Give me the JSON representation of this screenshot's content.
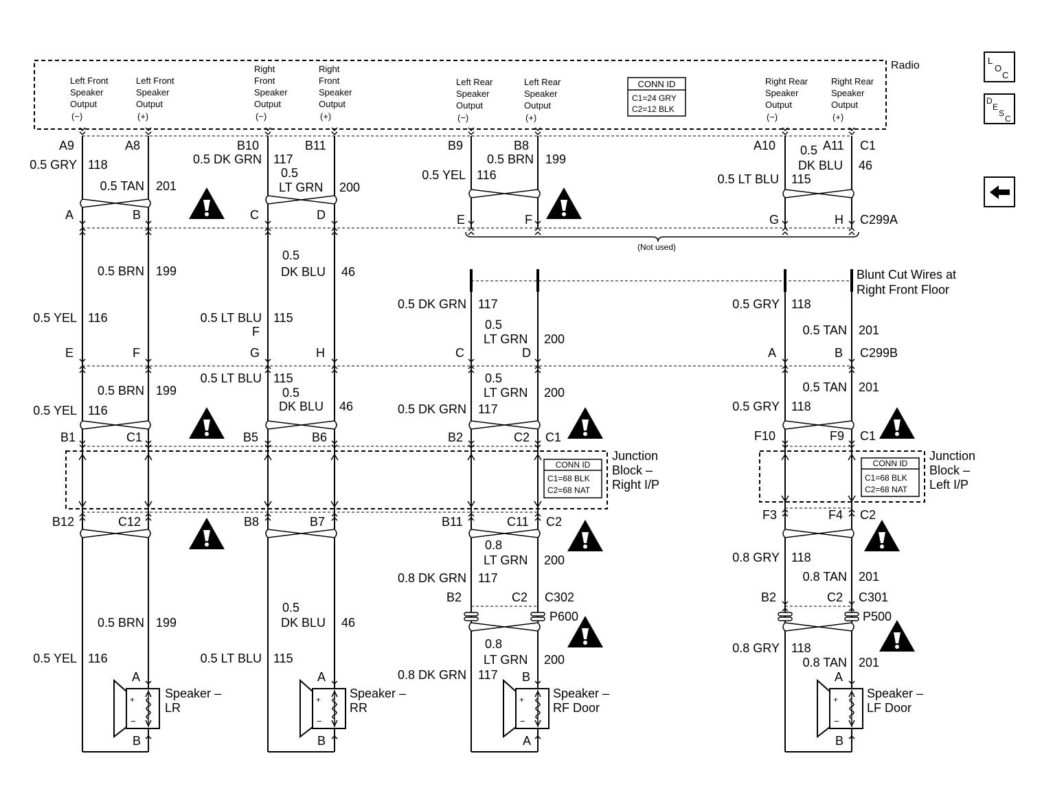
{
  "radio": {
    "title": "Radio",
    "outputs": [
      [
        "Left Front",
        "Speaker",
        "Output",
        "(−)"
      ],
      [
        "Left Front",
        "Speaker",
        "Output",
        "(+)"
      ],
      [
        "Right",
        "Front",
        "Speaker",
        "Output",
        "(−)"
      ],
      [
        "Right",
        "Front",
        "Speaker",
        "Output",
        "(+)"
      ],
      [
        "Left Rear",
        "Speaker",
        "Output",
        "(−)"
      ],
      [
        "Left Rear",
        "Speaker",
        "Output",
        "(+)"
      ],
      [
        "Right Rear",
        "Speaker",
        "Output",
        "(−)"
      ],
      [
        "Right Rear",
        "Speaker",
        "Output",
        "(+)"
      ]
    ],
    "conn_id": [
      "CONN ID",
      "C1=24 GRY",
      "C2=12 BLK"
    ]
  },
  "nav": {
    "loc": "LOC",
    "desc": "DESC",
    "back": "back"
  },
  "connectors": {
    "c299a": "C299A",
    "c299b": "C299B",
    "not_used": "(Not used)",
    "blunt_cut": [
      "Blunt Cut Wires at",
      "Right Front Floor"
    ],
    "c1": "C1",
    "c2": "C2",
    "c302": "C302",
    "p600": "P600",
    "c301": "C301",
    "p500": "P500"
  },
  "junction_right": {
    "label": [
      "Junction",
      "Block –",
      "Right I/P"
    ],
    "conn_id": [
      "CONN ID",
      "C1=68 BLK",
      "C2=68 NAT"
    ]
  },
  "junction_left": {
    "label": [
      "Junction",
      "Block –",
      "Left I/P"
    ],
    "conn_id": [
      "CONN ID",
      "C1=68 BLK",
      "C2=68 NAT"
    ]
  },
  "speakers": {
    "lr": [
      "Speaker –",
      "LR"
    ],
    "rr": [
      "Speaker –",
      "RR"
    ],
    "rf": [
      "Speaker –",
      "RF Door"
    ],
    "lf": [
      "Speaker –",
      "LF Door"
    ]
  },
  "pins": {
    "radio": [
      "A9",
      "A8",
      "B10",
      "B11",
      "B9",
      "B8",
      "A10",
      "A11",
      "C1"
    ],
    "c299a": [
      "A",
      "B",
      "C",
      "D",
      "E",
      "F",
      "G",
      "H"
    ],
    "c299b": [
      "E",
      "F",
      "G",
      "H",
      "C",
      "D",
      "A",
      "B"
    ],
    "jb_c1": [
      "B1",
      "C1",
      "B5",
      "B6",
      "B2",
      "C2",
      "F10",
      "F9"
    ],
    "jb_c2": [
      "B12",
      "C12",
      "B8",
      "B7",
      "B11",
      "C11",
      "F3",
      "F4"
    ],
    "c302_c301": [
      "B2",
      "C2",
      "B2",
      "C2"
    ],
    "speaker_top": [
      "A",
      "A",
      "B",
      "A"
    ],
    "speaker_bottom": [
      "B",
      "B",
      "A",
      "B"
    ]
  },
  "wires": {
    "s1": [
      {
        "size": "0.5 GRY",
        "circuit": "118"
      },
      {
        "size": "0.5 TAN",
        "circuit": "201"
      },
      {
        "size": "0.5 DK GRN",
        "circuit": "117"
      },
      {
        "size": [
          "0.5",
          "LT GRN"
        ],
        "circuit": "200"
      },
      {
        "size": "0.5 YEL",
        "circuit": "116"
      },
      {
        "size": "0.5 BRN",
        "circuit": "199"
      },
      {
        "size": "0.5 LT BLU",
        "circuit": "115"
      },
      {
        "size": [
          "0.5",
          "DK BLU"
        ],
        "circuit": "46"
      }
    ],
    "s2": [
      {
        "size": "0.5 BRN",
        "circuit": "199"
      },
      {
        "size": "0.5 YEL",
        "circuit": "116"
      },
      {
        "size": [
          "0.5",
          "DK BLU"
        ],
        "circuit": "46"
      },
      {
        "size": "0.5 LT BLU",
        "circuit": "115"
      },
      {
        "size": "F"
      },
      {
        "size": "0.5 DK GRN",
        "circuit": "117"
      },
      {
        "size": [
          "0.5",
          "LT GRN"
        ],
        "circuit": "200"
      },
      {
        "size": "0.5 GRY",
        "circuit": "118"
      },
      {
        "size": "0.5 TAN",
        "circuit": "201"
      }
    ],
    "s3": [
      {
        "size": "0.5 BRN",
        "circuit": "199"
      },
      {
        "size": "0.5 YEL",
        "circuit": "116"
      },
      {
        "size": "0.5 LT BLU",
        "circuit": "115"
      },
      {
        "size": [
          "0.5",
          "DK BLU"
        ],
        "circuit": "46"
      },
      {
        "size": [
          "0.5",
          "LT GRN"
        ],
        "circuit": "200"
      },
      {
        "size": "0.5 DK GRN",
        "circuit": "117"
      },
      {
        "size": "0.5 TAN",
        "circuit": "201"
      },
      {
        "size": "0.5 GRY",
        "circuit": "118"
      }
    ],
    "s4": [
      {
        "size": "0.5 BRN",
        "circuit": "199"
      },
      {
        "size": "0.5 YEL",
        "circuit": "116"
      },
      {
        "size": [
          "0.5",
          "DK BLU"
        ],
        "circuit": "46"
      },
      {
        "size": "0.5 LT BLU",
        "circuit": "115"
      },
      {
        "size": [
          "0.8",
          "LT GRN"
        ],
        "circuit": "200"
      },
      {
        "size": "0.8 DK GRN",
        "circuit": "117"
      },
      {
        "size": [
          "0.8",
          "LT GRN"
        ],
        "circuit": "200"
      },
      {
        "size": "0.8 DK GRN",
        "circuit": "117"
      },
      {
        "size": "0.8 GRY",
        "circuit": "118"
      },
      {
        "size": "0.8 TAN",
        "circuit": "201"
      },
      {
        "size": "0.8 GRY",
        "circuit": "118"
      },
      {
        "size": "0.8 TAN",
        "circuit": "201"
      }
    ]
  }
}
